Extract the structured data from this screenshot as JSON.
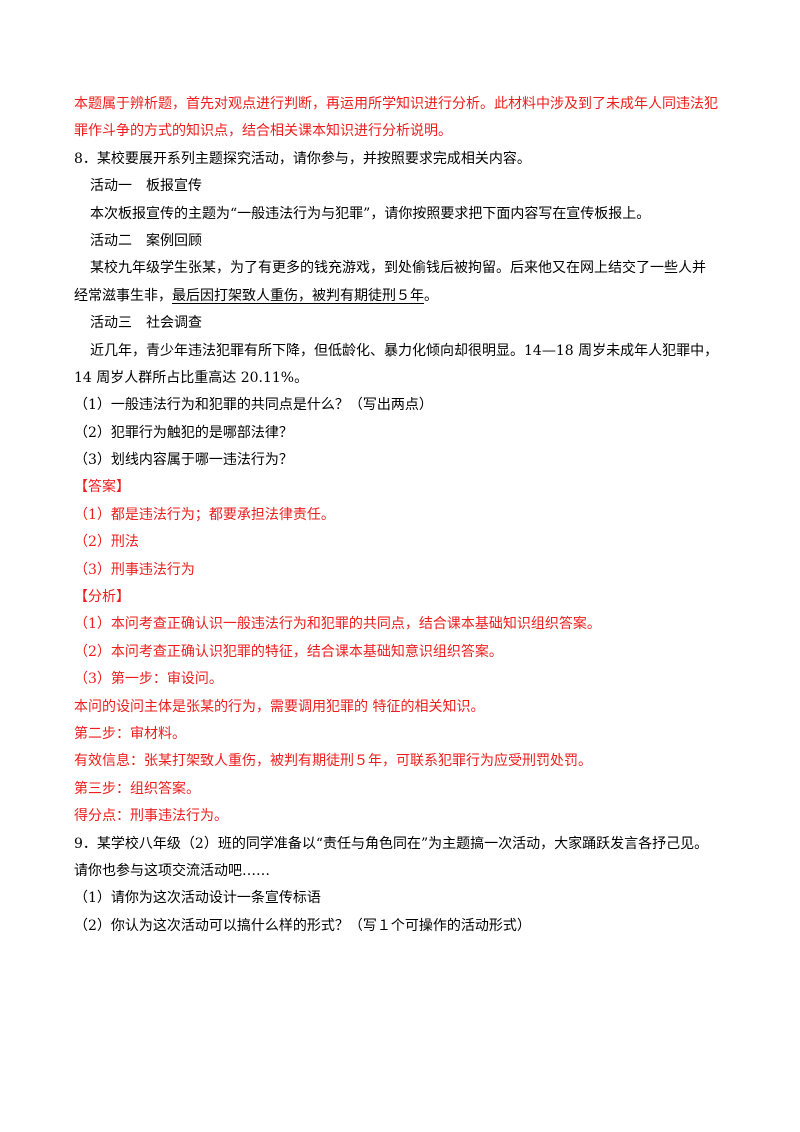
{
  "colors": {
    "text": "#000000",
    "accent_red": "#ee1d1d"
  },
  "intro": {
    "line1": "本题属于辨析题，首先对观点进行判断，再运用所学知识进行分析。此材料中涉及到了未成年人同违法犯",
    "line2": "罪作斗争的方式的知识点，结合相关课本知识进行分析说明。"
  },
  "q8": {
    "stem": "8．某校要展开系列主题探究活动，请你参与，并按照要求完成相关内容。",
    "act1_title": "活动一　板报宣传",
    "act1_body": "本次板报宣传的主题为“一般违法行为与犯罪”，请你按照要求把下面内容写在宣传板报上。",
    "act2_title": "活动二　案例回顾",
    "act2_body1": "某校九年级学生张某，为了有更多的钱充游戏，到处偷钱后被拘留。后来他又在网上结交了一些人并",
    "act2_body2_prefix": "经常滋事生非，",
    "act2_body2_underlined": "最后因打架致人重伤，被判有期徒刑５年",
    "act2_body2_suffix": "。",
    "act3_title": "活动三　社会调查",
    "act3_body1": "近几年，青少年违法犯罪有所下降，但低龄化、暴力化倾向却很明显。14—18 周岁未成年人犯罪中，",
    "act3_body2": "14 周岁人群所占比重高达 20.11%。",
    "sub1": "（1）一般违法行为和犯罪的共同点是什么？（写出两点）",
    "sub2": "（2）犯罪行为触犯的是哪部法律？",
    "sub3": "（3）划线内容属于哪一违法行为？",
    "answer_label": "【答案】",
    "ans1": "（1）都是违法行为；都要承担法律责任。",
    "ans2": "（2）刑法",
    "ans3": "（3）刑事违法行为",
    "analysis_label": "【分析】",
    "an1": "（1）本问考查正确认识一般违法行为和犯罪的共同点，结合课本基础知识组织答案。",
    "an2": "（2）本问考查正确认识犯罪的特征，结合课本基础知意识组织答案。",
    "an3": "（3）第一步：审设问。",
    "an4": "本问的设问主体是张某的行为，需要调用犯罪的 特征的相关知识。",
    "an5": "第二步：审材料。",
    "an6": "有效信息：张某打架致人重伤，被判有期徒刑５年，可联系犯罪行为应受刑罚处罚。",
    "an7": "第三步：组织答案。",
    "an8": "得分点：刑事违法行为。"
  },
  "q9": {
    "stem1": "9．某学校八年级（2）班的同学准备以“责任与角色同在”为主题搞一次活动，大家踊跃发言各抒己见。",
    "stem2": "请你也参与这项交流活动吧……",
    "sub1": "（1）请你为这次活动设计一条宣传标语",
    "sub2": "（2）你认为这次活动可以搞什么样的形式？（写１个可操作的活动形式）"
  }
}
